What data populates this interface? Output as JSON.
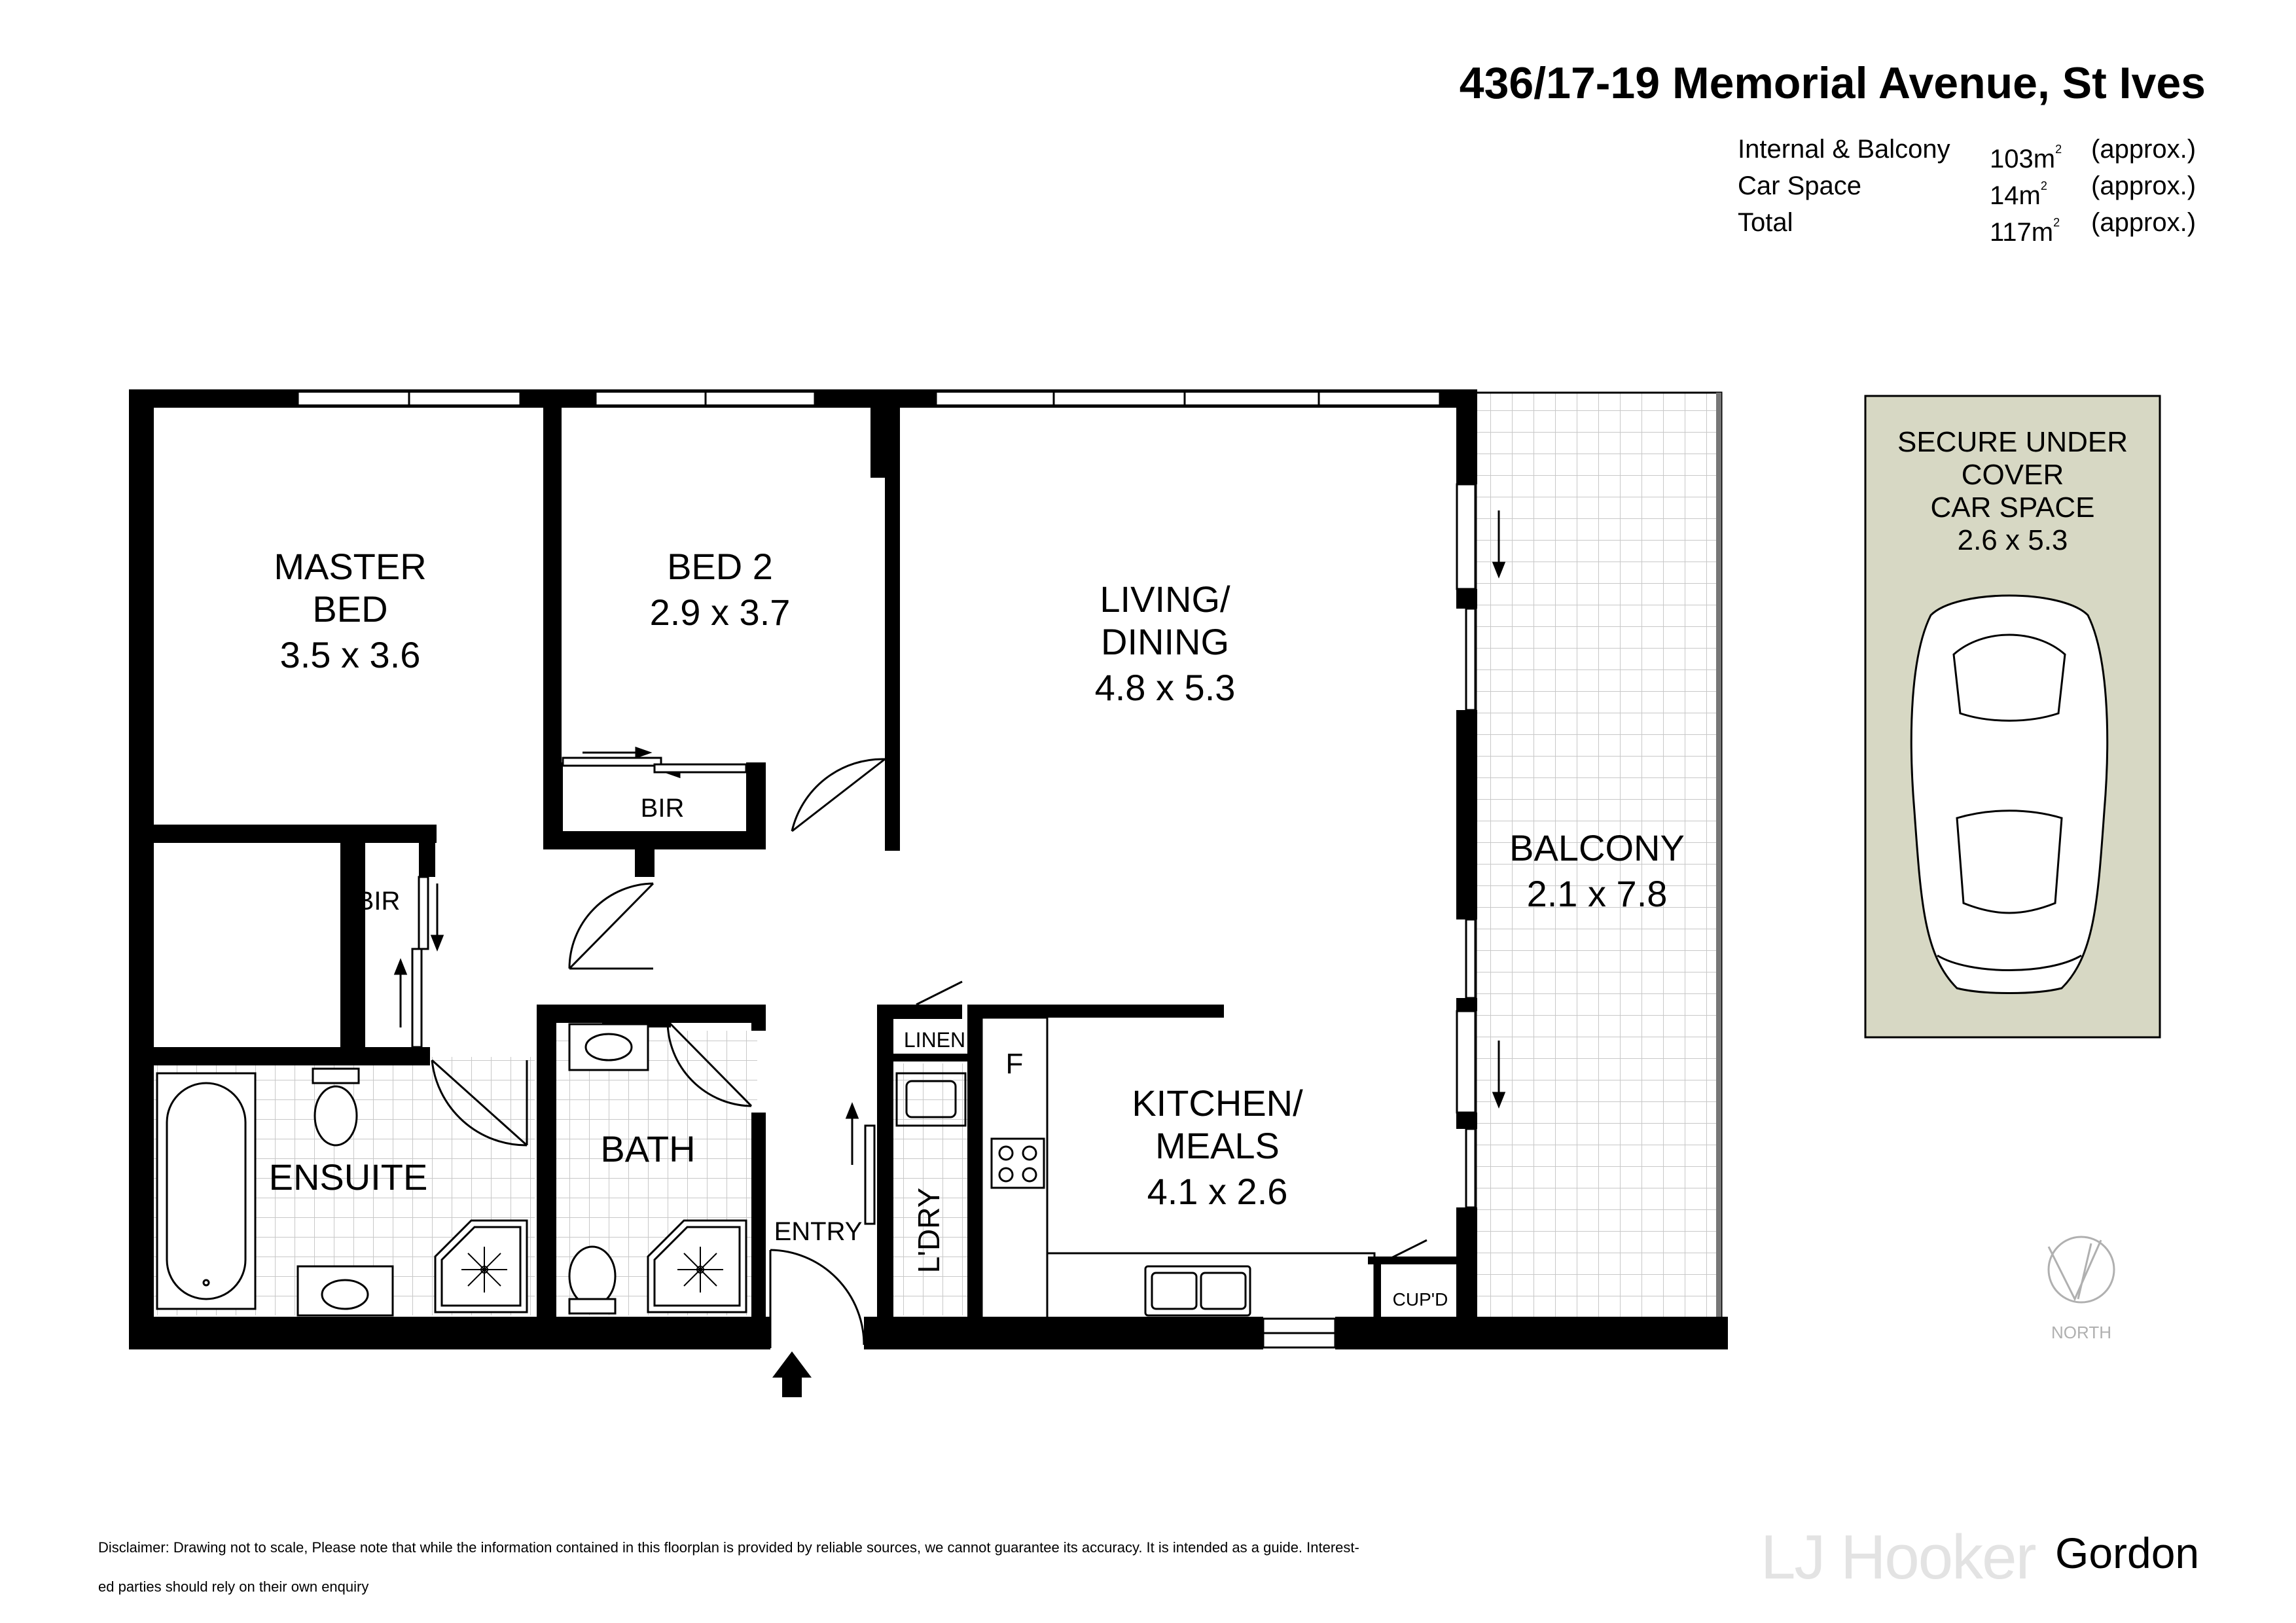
{
  "header": {
    "address": "436/17-19 Memorial Avenue, St Ives"
  },
  "areas": [
    {
      "label": "Internal & Balcony",
      "value": "103m",
      "sup": "2",
      "note": "(approx.)"
    },
    {
      "label": "Car Space",
      "value": "14m",
      "sup": "2",
      "note": "(approx.)"
    },
    {
      "label": "Total",
      "value": "117m",
      "sup": "2",
      "note": "(approx.)"
    }
  ],
  "rooms": {
    "master_bed": {
      "line1": "MASTER",
      "line2": "BED",
      "size": "3.5 x 3.6"
    },
    "bed2": {
      "line1": "BED 2",
      "size": "2.9 x 3.7"
    },
    "living": {
      "line1": "LIVING/",
      "line2": "DINING",
      "size": "4.8 x 5.3"
    },
    "balcony": {
      "line1": "BALCONY",
      "size": "2.1 x 7.8"
    },
    "kitchen": {
      "line1": "KITCHEN/",
      "line2": "MEALS",
      "size": "4.1 x 2.6"
    },
    "ensuite": "ENSUITE",
    "bath": "BATH",
    "entry": "ENTRY",
    "laundry": "L'DRY",
    "linen": "LINEN",
    "bir_bed2": "BIR",
    "bir_master": "BIR",
    "fridge": "F",
    "cupboard": "CUP'D"
  },
  "car_space": {
    "line1": "SECURE UNDER",
    "line2": "COVER",
    "line3": "CAR SPACE",
    "size": "2.6 x 5.3"
  },
  "compass": {
    "label": "NORTH"
  },
  "footer": {
    "disclaimer_line1": "Disclaimer: Drawing not to scale, Please note that while the information contained in this floorplan is provided by reliable sources, we cannot guarantee its accuracy. It is intended as a guide. Interest-",
    "disclaimer_line2": "ed parties should rely on their own enquiry",
    "brand": "LJ Hooker",
    "office": "Gordon"
  },
  "colors": {
    "wall": "#000000",
    "car_bg": "#d7d8c4",
    "tile": "#c8c8c8",
    "brand_grey": "#e3e3e3"
  }
}
